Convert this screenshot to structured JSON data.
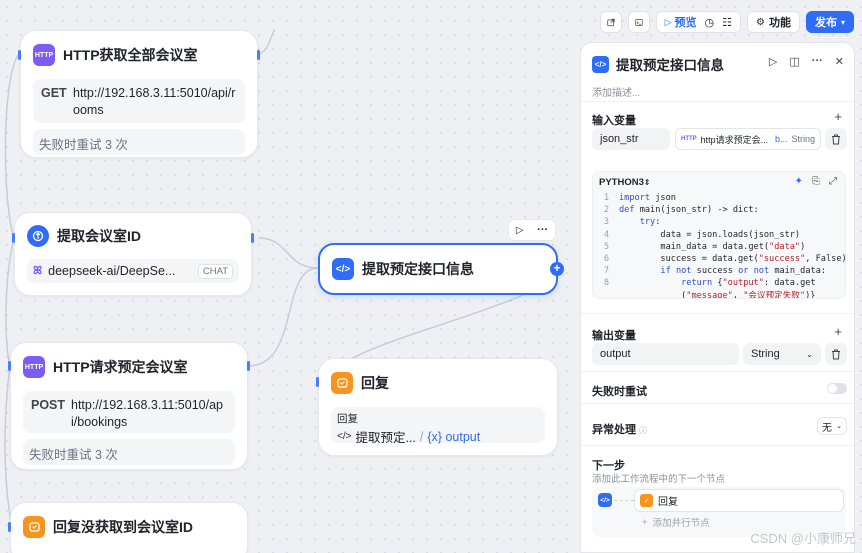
{
  "toolbar": {
    "preview_label": "预览",
    "features_label": "功能",
    "publish_label": "发布"
  },
  "nodes": {
    "http_all": {
      "badge": "HTTP",
      "title": "HTTP获取全部会议室",
      "method": "GET",
      "url": "http://192.168.3.11:5010/api/rooms",
      "retry": "失败时重试 3 次"
    },
    "extract_id": {
      "title": "提取会议室ID",
      "model": "deepseek-ai/DeepSe...",
      "model_tag": "CHAT"
    },
    "extract_info": {
      "title": "提取预定接口信息"
    },
    "http_book": {
      "badge": "HTTP",
      "title": "HTTP请求预定会议室",
      "method": "POST",
      "url": "http://192.168.3.11:5010/api/bookings",
      "retry": "失败时重试 3 次"
    },
    "reply": {
      "title": "回复",
      "sub_label": "回复",
      "ref_node": "提取预定...",
      "ref_sep": "/",
      "ref_var": "{x} output"
    },
    "reply_missing": {
      "title": "回复没获取到会议室ID"
    }
  },
  "panel": {
    "title": "提取预定接口信息",
    "desc_placeholder": "添加描述...",
    "inputs_label": "输入变量",
    "input": {
      "name": "json_str",
      "source": "http请求预定会...",
      "source_prefix": "b...",
      "type": "String"
    },
    "language": "PYTHON3",
    "code_lines": [
      "import json",
      "def main(json_str) -> dict:",
      "    try:",
      "        data = json.loads(json_str)",
      "        main_data = data.get(\"data\")",
      "        success = data.get(\"success\", False)",
      "        if not success or not main_data:",
      "            return {\"output\": data.get",
      "            (\"message\", \"会议预定失败\")}"
    ],
    "line_numbers": [
      "1",
      "2",
      "3",
      "4",
      "5",
      "6",
      "7",
      "8",
      ""
    ],
    "outputs_label": "输出变量",
    "output": {
      "name": "output",
      "type": "String"
    },
    "retry_label": "失败时重试",
    "error_label": "异常处理",
    "error_value": "无",
    "next_label": "下一步",
    "next_desc": "添加此工作流程中的下一个节点",
    "next_node": "回复",
    "add_parallel": "添加并行节点"
  },
  "watermark": "CSDN @小康师兄",
  "colors": {
    "accent": "#2f6df6",
    "http_badge": "#7c5cf5",
    "reply_badge": "#f7941d"
  }
}
